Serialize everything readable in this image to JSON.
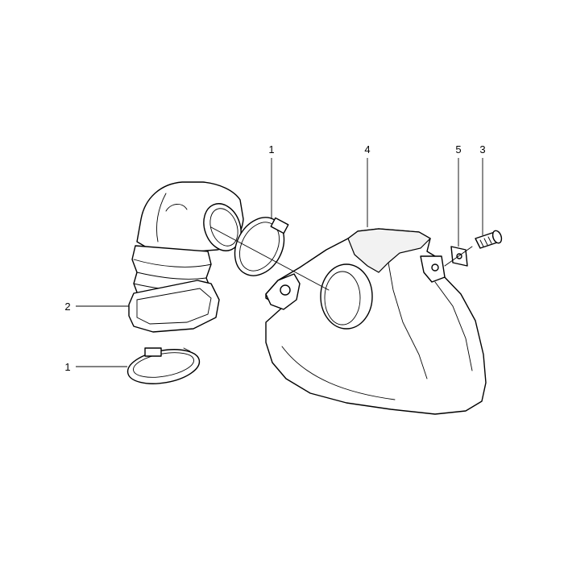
{
  "callouts": [
    {
      "id": "hose-clamp-upper",
      "label": "1"
    },
    {
      "id": "air-shroud",
      "label": "4"
    },
    {
      "id": "speed-nut",
      "label": "5"
    },
    {
      "id": "screw",
      "label": "3"
    },
    {
      "id": "intake-hose",
      "label": "2"
    },
    {
      "id": "hose-clamp-lower",
      "label": "1"
    }
  ]
}
